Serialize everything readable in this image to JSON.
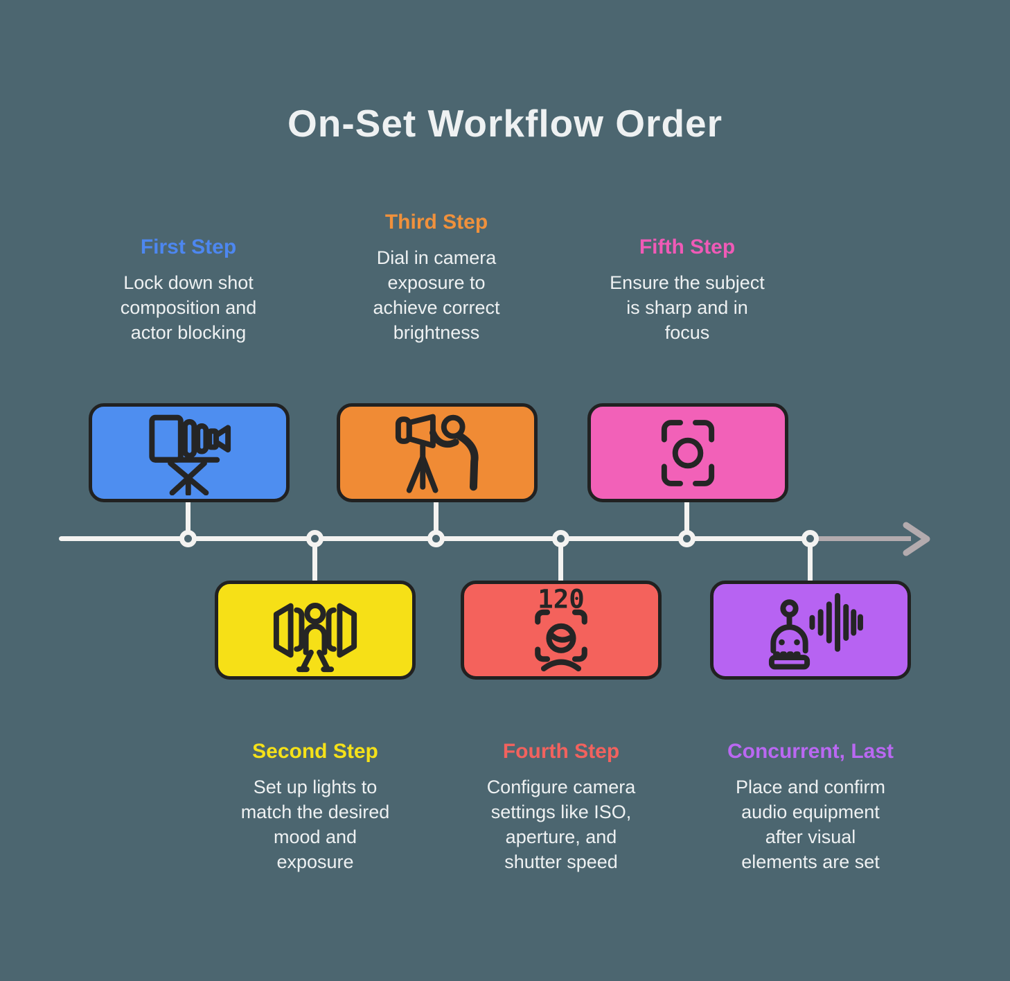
{
  "title": "On-Set Workflow Order",
  "background_color": "#4c6670",
  "text_color": "#eef1f2",
  "timeline": {
    "line_color": "#f4f3f1",
    "arrow_color": "#b3abae"
  },
  "steps": [
    {
      "label": "First Step",
      "description": "Lock down shot\ncomposition and\nactor blocking",
      "accent_color": "#4d87f0",
      "box_color": "#4e8ef0",
      "icon": "film-camera-tripod-icon",
      "row": "top"
    },
    {
      "label": "Second Step",
      "description": "Set up lights to\nmatch the desired\nmood and\nexposure",
      "accent_color": "#f5e119",
      "box_color": "#f6e017",
      "icon": "lighting-setup-icon",
      "row": "bottom"
    },
    {
      "label": "Third Step",
      "description": "Dial in camera\nexposure to\nachieve correct\nbrightness",
      "accent_color": "#f0913c",
      "box_color": "#f08b35",
      "icon": "camera-operator-icon",
      "row": "top"
    },
    {
      "label": "Fourth Step",
      "description": "Configure camera\nsettings like ISO,\naperture, and\nshutter speed",
      "accent_color": "#f2625e",
      "box_color": "#f4625c",
      "icon": "exposure-meter-icon",
      "row": "bottom"
    },
    {
      "label": "Fifth Step",
      "description": "Ensure the subject\nis sharp and in\nfocus",
      "accent_color": "#f05ab7",
      "box_color": "#f261b8",
      "icon": "focus-frame-icon",
      "row": "top"
    },
    {
      "label": "Concurrent, Last",
      "description": "Place and confirm\naudio equipment\nafter visual\nelements are set",
      "accent_color": "#ba68f2",
      "box_color": "#b763f2",
      "icon": "audio-robot-icon",
      "row": "bottom"
    }
  ]
}
